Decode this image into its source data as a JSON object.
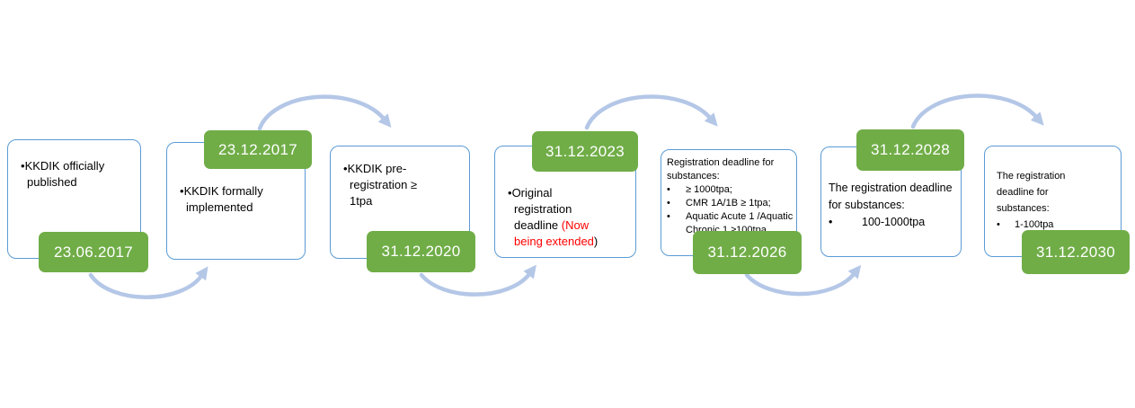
{
  "palette": {
    "badge_green": "#70AD47",
    "box_border": "#5B9BD5",
    "arrow_blue": "#B4C7E7",
    "alert_red": "#FF0000",
    "ink": "#000000"
  },
  "glyphs": {
    "bullet": "•"
  },
  "boxes": [
    {
      "text": "KKDIK officially published",
      "date": "23.06.2017",
      "date_position": "bottom"
    },
    {
      "text": "KKDIK formally implemented",
      "date": "23.12.2017",
      "date_position": "top"
    },
    {
      "text": "KKDIK pre-registration ≥ 1tpa",
      "date": "31.12.2020",
      "date_position": "bottom"
    },
    {
      "text_black": "Original registration deadline ",
      "text_red": "(Now being extended",
      "text_black_end": ")",
      "date": "31.12.2023",
      "date_position": "top"
    },
    {
      "heading": "Registration deadline for substances:",
      "bullets": [
        "≥ 1000tpa;",
        "CMR 1A/1B ≥ 1tpa;",
        "Aquatic Acute 1 /Aquatic Chronic 1 ≥100tpa"
      ],
      "date": "31.12.2026",
      "date_position": "bottom"
    },
    {
      "heading": "The registration deadline for substances:",
      "bullets": [
        "100-1000tpa"
      ],
      "date": "31.12.2028",
      "date_position": "top"
    },
    {
      "heading": "The registration deadline for substances:",
      "bullets": [
        "1-100tpa"
      ],
      "date": "31.12.2030",
      "date_position": "bottom"
    }
  ]
}
